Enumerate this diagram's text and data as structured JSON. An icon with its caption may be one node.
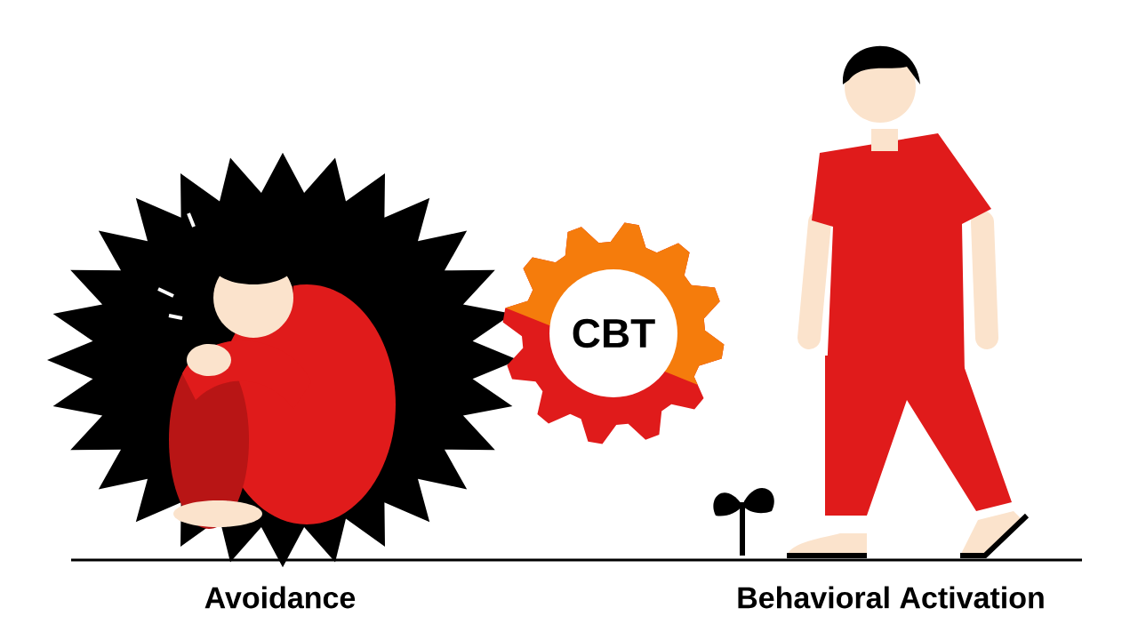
{
  "diagram": {
    "nodes": [
      {
        "text": [
          "CBT"
        ]
      }
    ],
    "labels": [
      "Avoidance",
      "Behavioral Activation"
    ]
  }
}
